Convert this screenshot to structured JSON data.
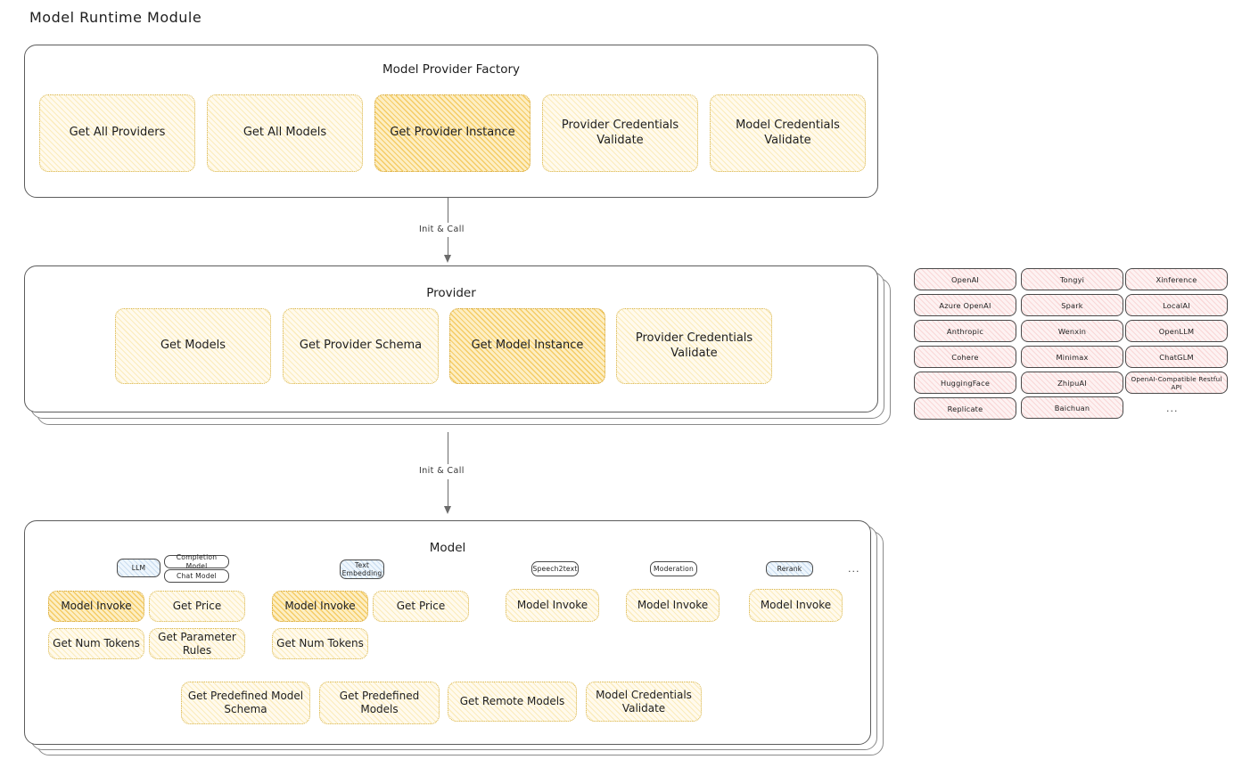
{
  "page": {
    "title": "Model Runtime Module"
  },
  "factory": {
    "title": "Model Provider Factory",
    "boxes": [
      {
        "label": "Get All Providers",
        "highlight": false
      },
      {
        "label": "Get All Models",
        "highlight": false
      },
      {
        "label": "Get Provider Instance",
        "highlight": true
      },
      {
        "label": "Provider Credentials Validate",
        "highlight": false
      },
      {
        "label": "Model Credentials Validate",
        "highlight": false
      }
    ]
  },
  "arrows": [
    {
      "label": "Init & Call"
    },
    {
      "label": "Init & Call"
    }
  ],
  "provider": {
    "title": "Provider",
    "boxes": [
      {
        "label": "Get Models",
        "highlight": false
      },
      {
        "label": "Get Provider Schema",
        "highlight": false
      },
      {
        "label": "Get Model Instance",
        "highlight": true
      },
      {
        "label": "Provider Credentials Validate",
        "highlight": false
      }
    ]
  },
  "provider_list": {
    "columns": [
      {
        "items": [
          "OpenAI",
          "Azure OpenAI",
          "Anthropic",
          "Cohere",
          "HuggingFace",
          "Replicate"
        ]
      },
      {
        "items": [
          "Tongyi",
          "Spark",
          "Wenxin",
          "Minimax",
          "ZhipuAI",
          "Baichuan"
        ]
      },
      {
        "items": [
          "Xinference",
          "LocalAI",
          "OpenLLM",
          "ChatGLM",
          "OpenAI-Compatible Restful API"
        ]
      }
    ],
    "more": "..."
  },
  "model": {
    "title": "Model",
    "more": "...",
    "types": [
      {
        "tag": "LLM",
        "tag_style": "blue",
        "subtags": [
          "Completion Model",
          "Chat Model"
        ],
        "ops": [
          {
            "label": "Model Invoke",
            "highlight": true
          },
          {
            "label": "Get Price",
            "highlight": false
          },
          {
            "label": "Get Num Tokens",
            "highlight": false
          },
          {
            "label": "Get Parameter Rules",
            "highlight": false
          }
        ]
      },
      {
        "tag": "Text Embedding",
        "tag_style": "blue",
        "subtags": [],
        "ops": [
          {
            "label": "Model Invoke",
            "highlight": true
          },
          {
            "label": "Get Price",
            "highlight": false
          },
          {
            "label": "Get Num Tokens",
            "highlight": false
          }
        ]
      },
      {
        "tag": "Speech2text",
        "tag_style": "white",
        "subtags": [],
        "ops": [
          {
            "label": "Model Invoke",
            "highlight": false
          }
        ]
      },
      {
        "tag": "Moderation",
        "tag_style": "white",
        "subtags": [],
        "ops": [
          {
            "label": "Model Invoke",
            "highlight": false
          }
        ]
      },
      {
        "tag": "Rerank",
        "tag_style": "blue",
        "subtags": [],
        "ops": [
          {
            "label": "Model Invoke",
            "highlight": false
          }
        ]
      }
    ],
    "common_ops": [
      {
        "label": "Get Predefined Model Schema"
      },
      {
        "label": "Get Predefined Models"
      },
      {
        "label": "Get Remote Models"
      },
      {
        "label": "Model Credentials Validate"
      }
    ]
  },
  "colors": {
    "op_fill": "#fffaed",
    "op_stroke": "#d8b44a",
    "op_highlight_fill": "#fdeec3",
    "chip_fill": "#fdf2f2",
    "tag_blue_fill": "#eef6fd",
    "panel_stroke": "#5c5c5c",
    "text": "#1e1e1e"
  }
}
